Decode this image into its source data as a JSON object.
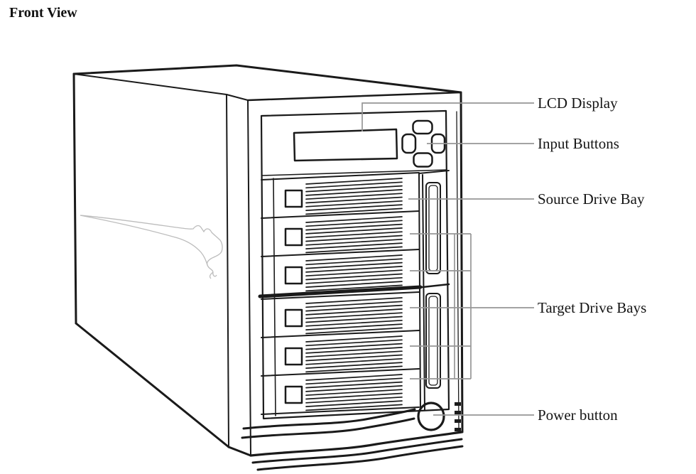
{
  "title": "Front View",
  "device": {
    "type": "hard-drive-duplicator-tower",
    "bay_count": 6,
    "logo_icon": "kangaroo-outline-icon",
    "callouts": [
      {
        "id": "lcd-display",
        "label": "LCD Display"
      },
      {
        "id": "input-buttons",
        "label": "Input Buttons"
      },
      {
        "id": "source-drive-bay",
        "label": "Source Drive Bay"
      },
      {
        "id": "target-drive-bays",
        "label": "Target Drive Bays"
      },
      {
        "id": "power-button",
        "label": "Power button"
      }
    ]
  },
  "colors": {
    "line": "#1a1a1a",
    "leader": "#969696",
    "logo": "#bcbcbc",
    "background": "#ffffff"
  }
}
